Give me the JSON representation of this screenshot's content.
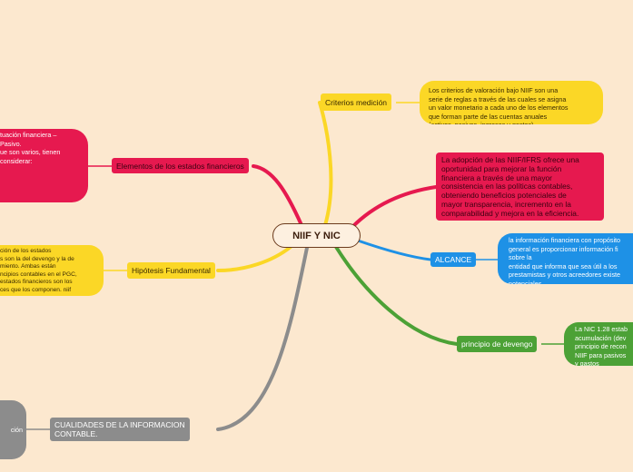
{
  "central": {
    "label": "NIIF Y NIC"
  },
  "branches": {
    "criterios": {
      "label": "Criterios medición",
      "detail": "Los criterios de valoración bajo NIIF son una\nserie de reglas a través de las cuales se asigna\nun valor monetario a cada uno de los elementos\nque forman parte de las cuentas anuales\n(activos, pasivos, ingresos y gastos)"
    },
    "adopcion": {
      "detail": "La adopción de las NIIF/IFRS ofrece una\noportunidad para mejorar la función\nfinanciera a través de una mayor\nconsistencia en las políticas contables,\nobteniendo beneficios potenciales de\nmayor transparencia, incremento en la\ncomparabilidad y mejora en la eficiencia."
    },
    "alcance": {
      "label": "ALCANCE",
      "detail": "la información financiera con propósito\ngeneral es proporcionar información fi\nsobre la\nentidad que informa que sea útil a los\nprestamistas y otros acreedores existe\npotenciales"
    },
    "devengo": {
      "label": "principio de devengo",
      "detail": "La NIC 1.28 estab\nacumulación (dev\nprincipio de recon\nNIIF para pasivos\ny gastos"
    },
    "elementos": {
      "label": "Elementos de los estados financieros",
      "detail": "tuación financiera –\nPasivo.\nue son varios, tienen\n considerar:"
    },
    "hipotesis": {
      "label": "Hipótesis Fundamental",
      "detail": "ción de los estados\ns son la del devengo y la de\nmiento. Ambas están\nncipios contables en el PGC,\n estados financieros son los\nces que los componen. niif"
    },
    "cualidades": {
      "label": "CUALIDADES DE LA INFORMACION\nCONTABLE.",
      "detail": "ción"
    }
  },
  "colors": {
    "background": "#fce8cf",
    "yellow": "#fbd726",
    "pink": "#e6194f",
    "blue": "#1e91e6",
    "green": "#4ca136",
    "gray": "#8c8c8c",
    "central_border": "#6b3b1d"
  }
}
